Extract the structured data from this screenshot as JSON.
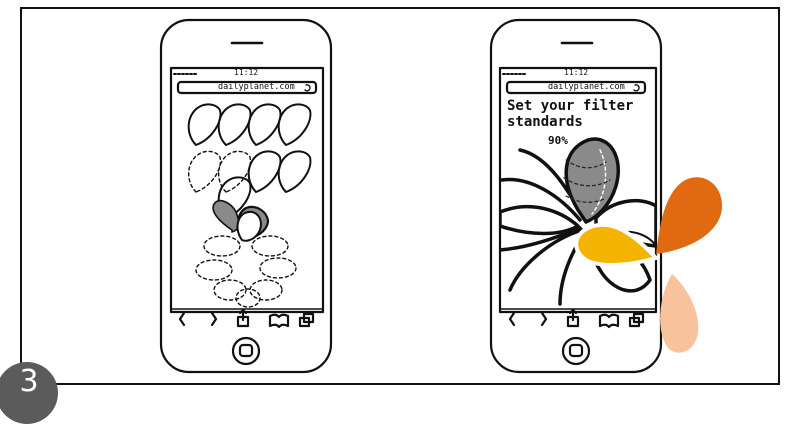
{
  "step_number": "3",
  "phone_left": {
    "status_time": "11:12",
    "url": "dailyplanet.com",
    "toolbar": [
      "<",
      ">",
      "share",
      "book",
      "tabs"
    ]
  },
  "phone_right": {
    "status_time": "11:12",
    "url": "dailyplanet.com",
    "heading_line1": "Set your filter",
    "heading_line2": "standards",
    "percent": "90%",
    "toolbar": [
      "<",
      ">",
      "share",
      "book",
      "tabs"
    ]
  },
  "colors": {
    "petal_dark_orange": "#e06a12",
    "petal_yellow": "#f5b400",
    "petal_peach": "#f7c29c",
    "petal_gray": "#8a8a8a",
    "badge": "#5b5b5b"
  },
  "icons": [
    "back-icon",
    "forward-icon",
    "share-icon",
    "bookmarks-icon",
    "tabs-icon",
    "home-button-icon",
    "reload-icon",
    "lock-icon"
  ]
}
